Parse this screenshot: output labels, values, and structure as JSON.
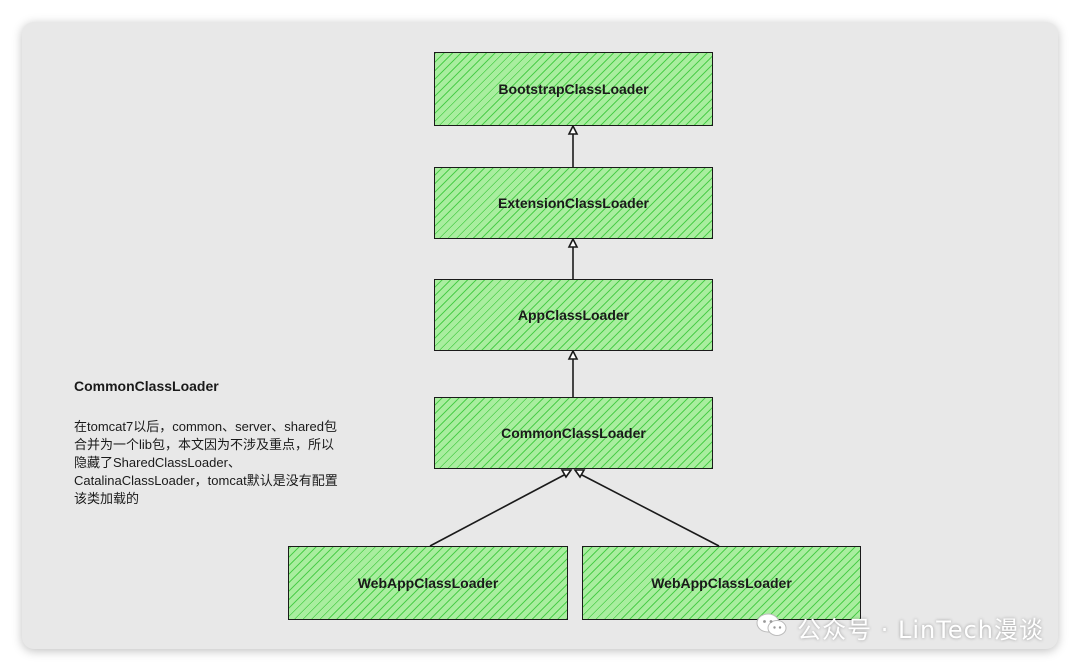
{
  "diagram": {
    "nodes": [
      {
        "id": "n-bootstrap",
        "label": "BootstrapClassLoader"
      },
      {
        "id": "n-extension",
        "label": "ExtensionClassLoader"
      },
      {
        "id": "n-app",
        "label": "AppClassLoader"
      },
      {
        "id": "n-common",
        "label": "CommonClassLoader"
      },
      {
        "id": "n-web1",
        "label": "WebAppClassLoader"
      },
      {
        "id": "n-web2",
        "label": "WebAppClassLoader"
      }
    ],
    "edges": [
      {
        "from": "n-extension",
        "to": "n-bootstrap"
      },
      {
        "from": "n-app",
        "to": "n-extension"
      },
      {
        "from": "n-common",
        "to": "n-app"
      },
      {
        "from": "n-web1",
        "to": "n-common"
      },
      {
        "from": "n-web2",
        "to": "n-common"
      }
    ],
    "style": {
      "fill": "#a9ee9f",
      "hatch": "#3cc83c",
      "stroke": "#1a1a1a"
    }
  },
  "note": {
    "title": "CommonClassLoader",
    "lines": [
      "在tomcat7以后，common、server、shared包",
      "合并为一个lib包，本文因为不涉及重点，所以",
      "隐藏了SharedClassLoader、",
      "CatalinaClassLoader，tomcat默认是没有配置",
      "该类加载的"
    ]
  },
  "watermark": {
    "icon": "wechat-icon",
    "text": "公众号 · LinTech漫谈"
  }
}
